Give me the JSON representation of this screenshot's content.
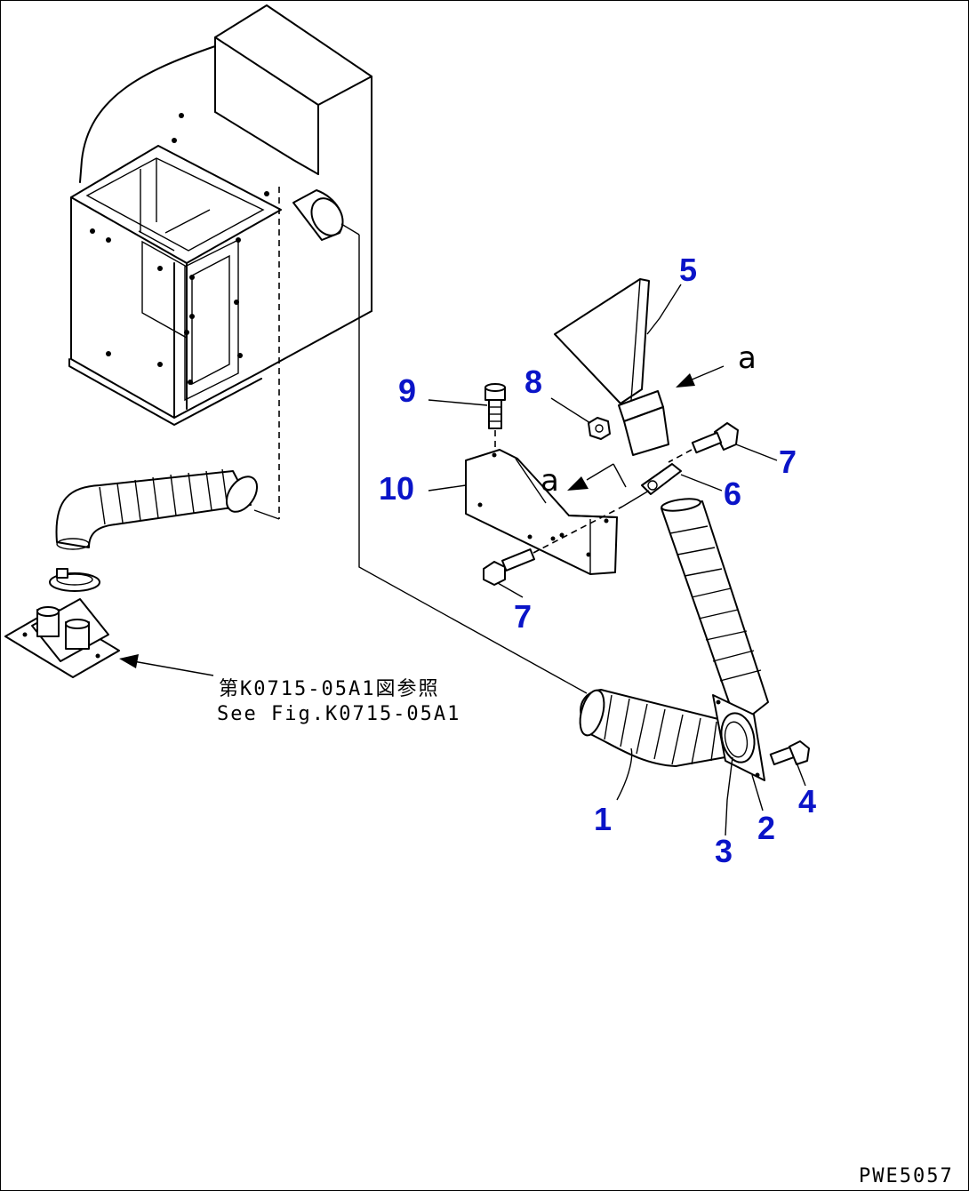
{
  "callouts": {
    "c1": "1",
    "c2": "2",
    "c3": "3",
    "c4": "4",
    "c5": "5",
    "c6": "6",
    "c7a": "7",
    "c7b": "7",
    "c8": "8",
    "c9": "9",
    "c10": "10"
  },
  "view_marks": {
    "upper": "a",
    "lower": "a"
  },
  "reference": {
    "jp": "第K0715-05A1図参照",
    "en": "See Fig.K0715-05A1"
  },
  "figure_code": "PWE5057",
  "colors": {
    "callout": "#0a14c8",
    "line": "#000000",
    "background": "#ffffff"
  }
}
